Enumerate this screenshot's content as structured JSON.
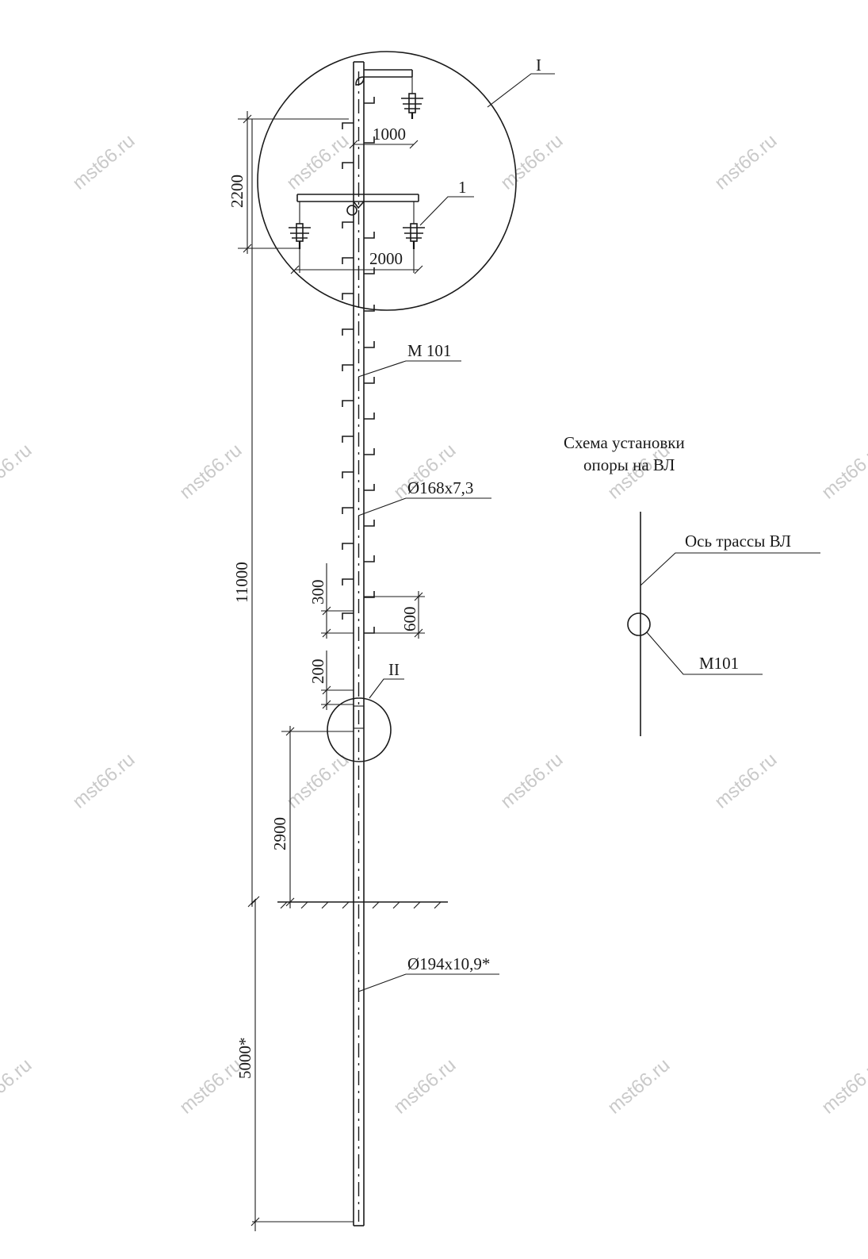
{
  "dimensions": {
    "top_span": "2200",
    "crossarm_upper": "1000",
    "crossarm_lower": "2000",
    "pole_height": "11000",
    "step_spacing": "300",
    "step_pitch": "600",
    "first_step": "200",
    "ground_to_detail": "2900",
    "embedment": "5000*"
  },
  "labels": {
    "detail_one": "I",
    "position_one": "1",
    "detail_two": "II",
    "pole_mark": "M 101",
    "upper_tube": "Ø168x7,3",
    "lower_tube": "Ø194x10,9*"
  },
  "scheme": {
    "title_line1": "Схема установки",
    "title_line2": "опоры на ВЛ",
    "axis_label": "Ось трассы ВЛ",
    "pole_mark": "M101"
  },
  "watermark": "mst66.ru"
}
